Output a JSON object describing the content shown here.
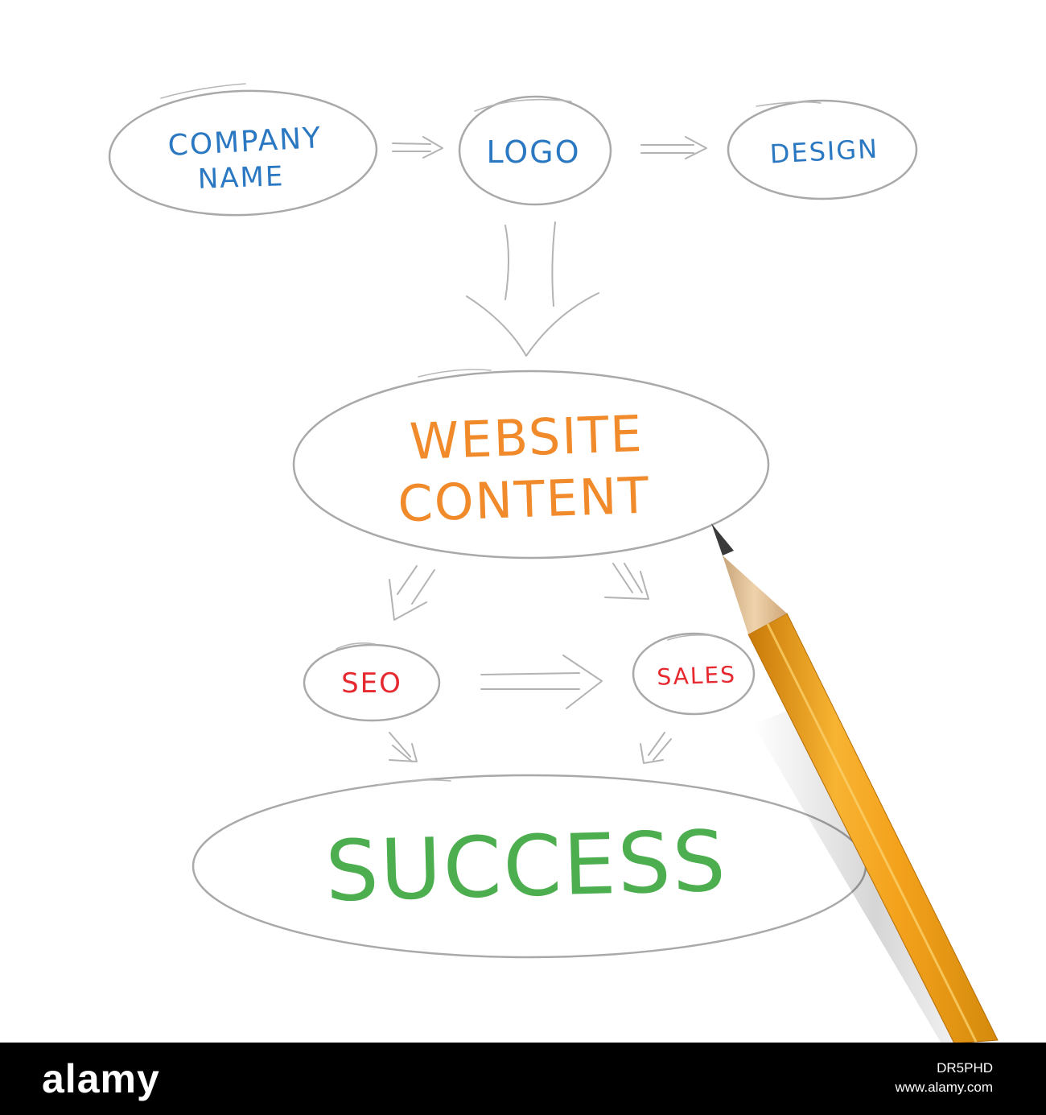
{
  "diagram": {
    "nodes": {
      "company_name": {
        "line1": "COMPANY",
        "line2": "NAME",
        "color": "#2b78c2"
      },
      "logo": {
        "label": "LOGO",
        "color": "#2b78c2"
      },
      "design": {
        "label": "DESIGN",
        "color": "#2b78c2"
      },
      "website_content": {
        "line1": "WEBSITE",
        "line2": "CONTENT",
        "color": "#f08a2a"
      },
      "seo": {
        "label": "SEO",
        "color": "#e6282f"
      },
      "sales": {
        "label": "SALES",
        "color": "#e6282f"
      },
      "success": {
        "label": "SUCCESS",
        "color": "#4cae4f"
      }
    },
    "edges": [
      {
        "from": "COMPANY NAME",
        "to": "LOGO"
      },
      {
        "from": "LOGO",
        "to": "DESIGN"
      },
      {
        "from": "LOGO",
        "to": "WEBSITE CONTENT"
      },
      {
        "from": "WEBSITE CONTENT",
        "to": "SEO"
      },
      {
        "from": "WEBSITE CONTENT",
        "to": "SALES"
      },
      {
        "from": "SEO",
        "to": "SALES"
      },
      {
        "from": "SEO",
        "to": "SUCCESS"
      },
      {
        "from": "SALES",
        "to": "SUCCESS"
      }
    ],
    "line_color": "#a9a9a9"
  },
  "pencil": {
    "body_color": "#f4a21c",
    "wood_color": "#e8c79a",
    "lead_color": "#3a3a3a",
    "icon": "pencil-icon"
  },
  "footer": {
    "brand": "alamy",
    "image_id": "DR5PHD",
    "url": "www.alamy.com",
    "background": "#000000"
  }
}
